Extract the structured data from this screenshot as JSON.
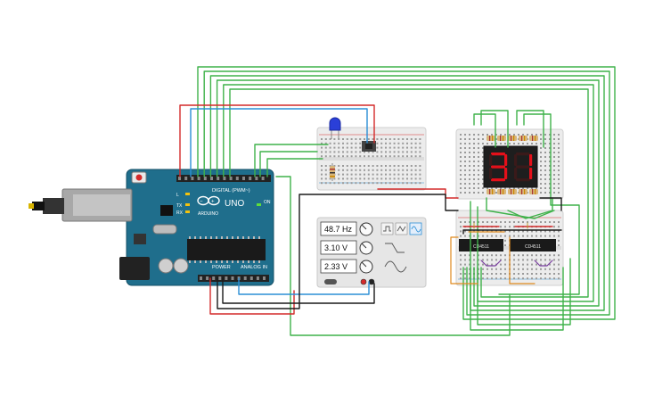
{
  "arduino": {
    "brand": "ARDUINO",
    "model": "UNO",
    "digital_label": "DIGITAL (PWM~)",
    "power_label": "POWER",
    "analog_label": "ANALOG IN",
    "tx_label": "TX",
    "rx_label": "RX",
    "l_label": "L",
    "on_label": "ON"
  },
  "function_generator": {
    "frequency": "48.7 Hz",
    "amplitude": "3.10 V",
    "offset": "2.33 V",
    "selected_wave": "sine"
  },
  "display": {
    "digit_left": "3",
    "digit_right": "1"
  },
  "ics": {
    "left_label": "CD4511",
    "right_label": "CD4511"
  },
  "colors": {
    "wire_green": "#3fb24a",
    "wire_red": "#d42a2a",
    "wire_blue": "#2b8fd6",
    "wire_black": "#1a1a1a",
    "wire_orange": "#e08a1e",
    "wire_purple": "#7a3ea0",
    "board_teal": "#1f6e8c",
    "breadboard": "#ececec",
    "display_red": "#e3101a",
    "led_blue": "#2a3fd8"
  }
}
